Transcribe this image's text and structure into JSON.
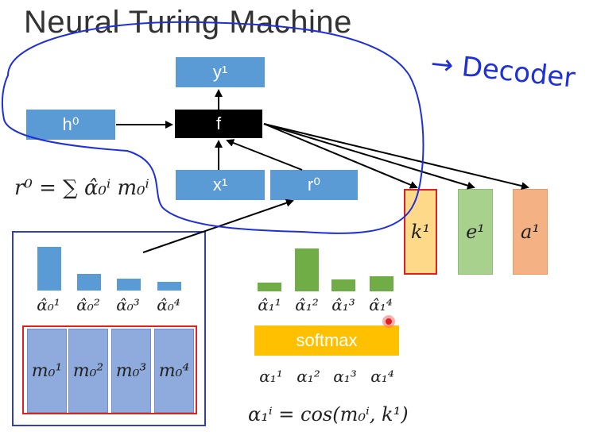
{
  "title": "Neural Turing Machine",
  "annotation": "→ Decoder",
  "nodes": {
    "h0": "h⁰",
    "y1": "y¹",
    "f": "f",
    "x1": "x¹",
    "r0": "r⁰"
  },
  "formula_r0": "r⁰ = ∑ α̂₀ⁱ m₀ⁱ",
  "alpha_hat_0": [
    "α̂₀¹",
    "α̂₀²",
    "α̂₀³",
    "α̂₀⁴"
  ],
  "memory": [
    "m₀¹",
    "m₀²",
    "m₀³",
    "m₀⁴"
  ],
  "alpha_hat_1": [
    "α̂₁¹",
    "α̂₁²",
    "α̂₁³",
    "α̂₁⁴"
  ],
  "softmax": "softmax",
  "alpha_1": [
    "α₁¹",
    "α₁²",
    "α₁³",
    "α₁⁴"
  ],
  "formula_alpha": "α₁ⁱ = cos(m₀ⁱ, k¹)",
  "vectors": [
    "k¹",
    "e¹",
    "a¹"
  ],
  "bars_alpha_hat_0": [
    1.0,
    0.38,
    0.28,
    0.2
  ],
  "bars_alpha_hat_1": [
    0.2,
    1.0,
    0.27,
    0.36
  ],
  "colors": {
    "node_blue": "#5b9bd5",
    "bar_green": "#70ad47",
    "softmax": "#ffc000",
    "memory": "#8faadc",
    "k_fill": "#ffd98a",
    "e_fill": "#a9d18e",
    "a_fill": "#f4b183",
    "highlight_red": "#e02020",
    "annotation_blue": "#1f30d8"
  }
}
